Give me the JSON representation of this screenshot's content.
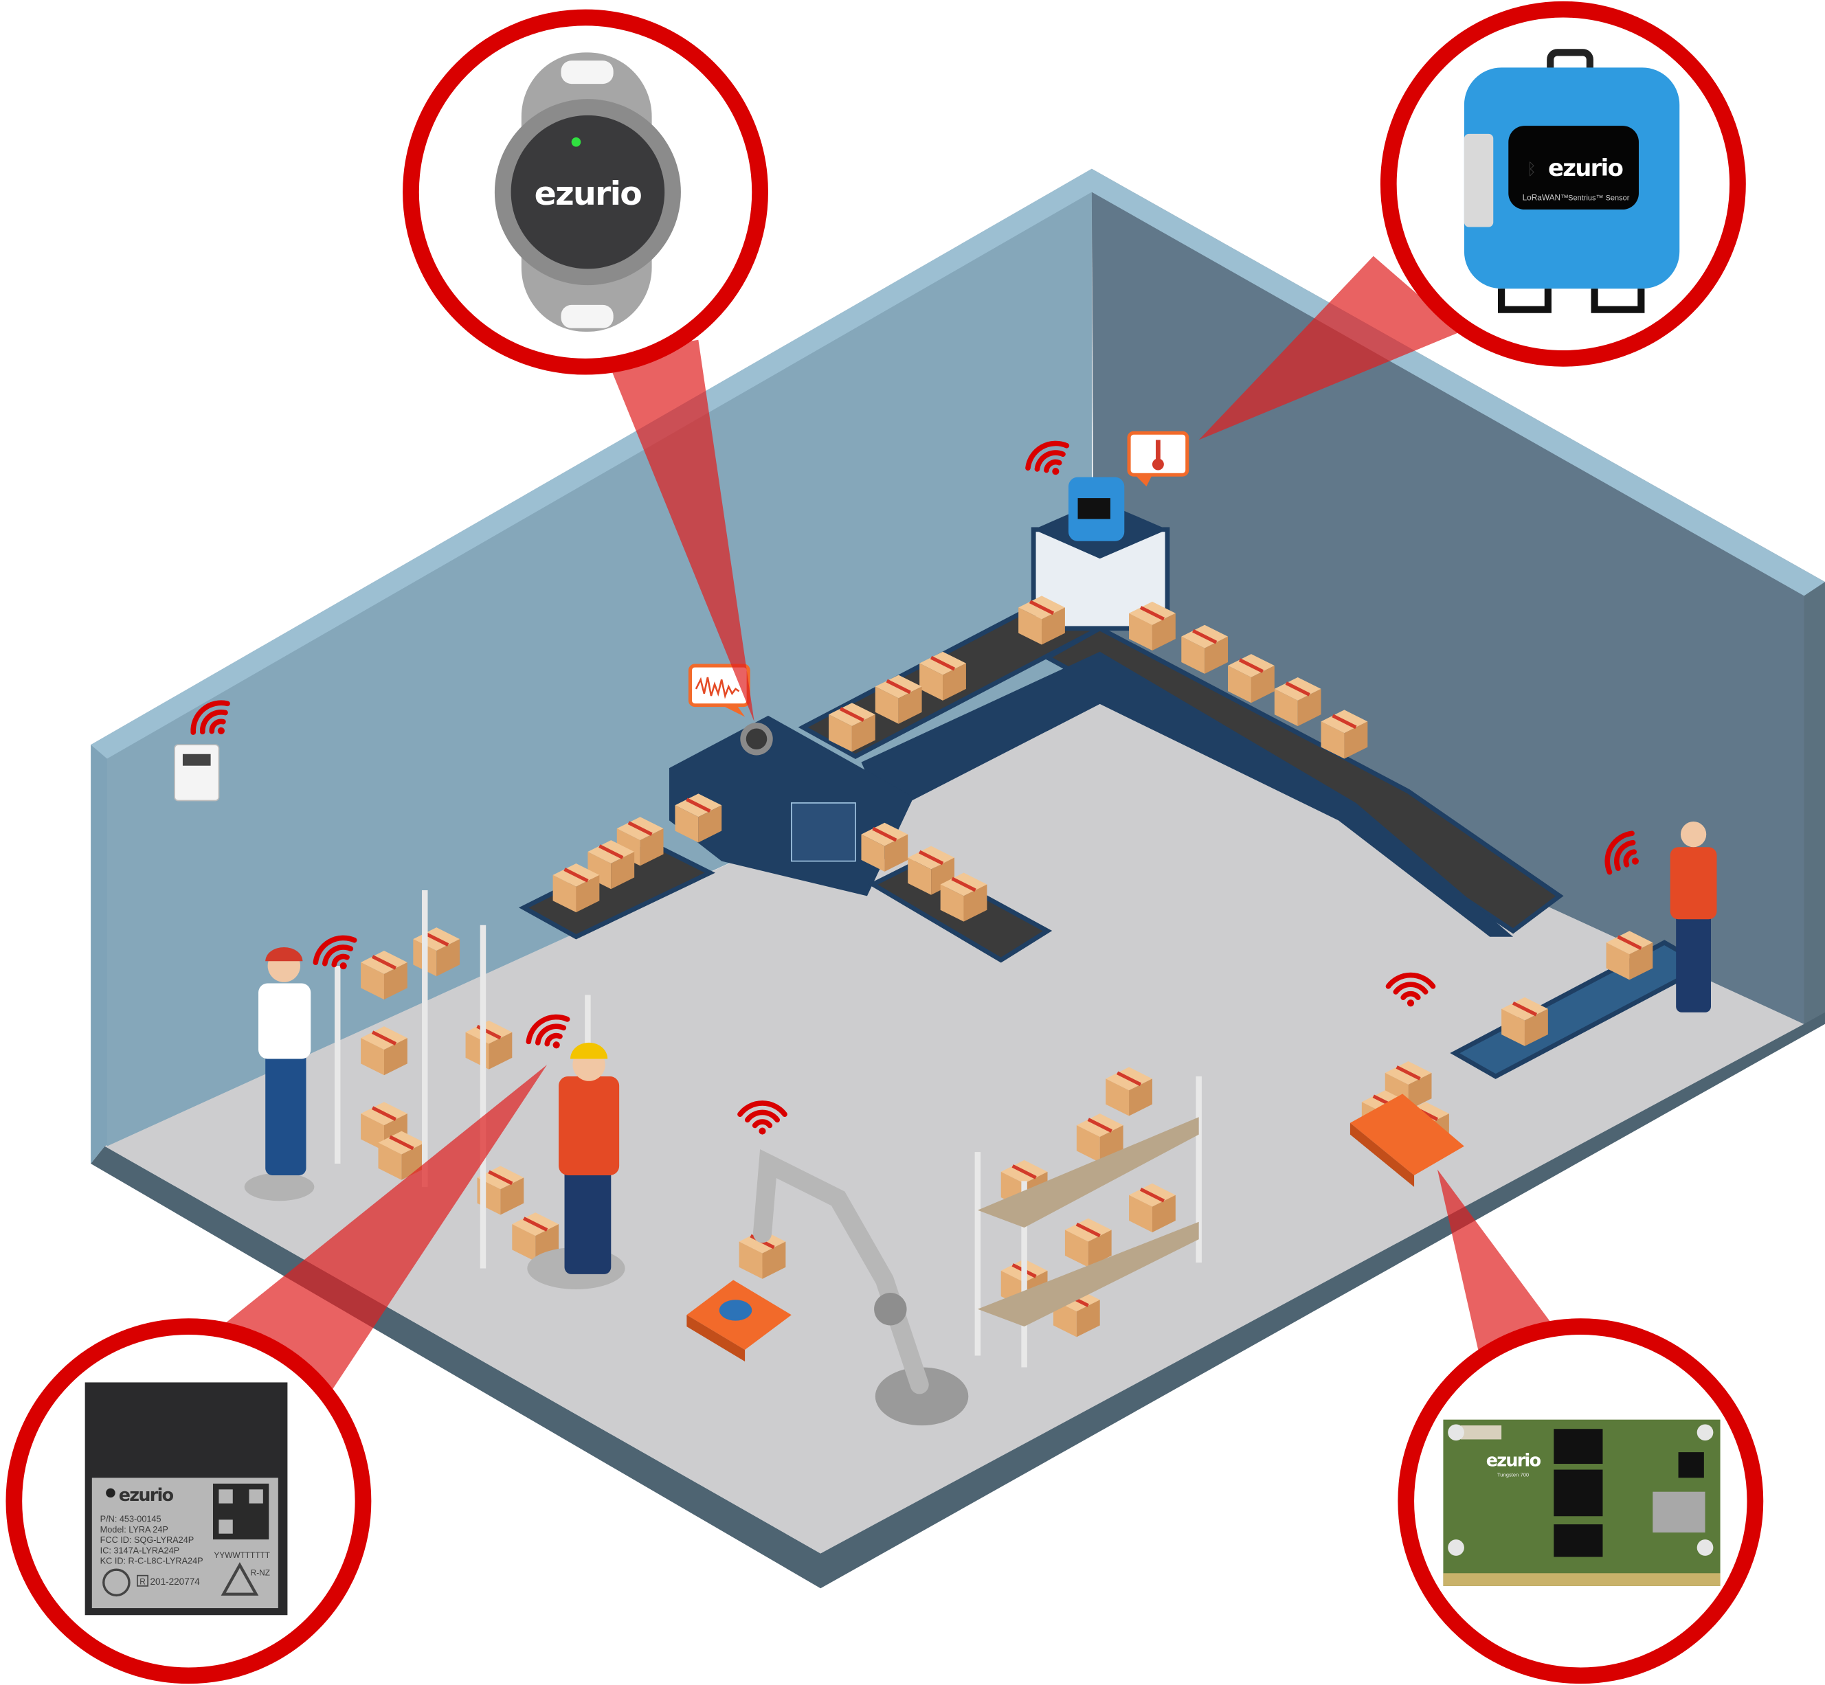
{
  "brand": "ezurio",
  "colors": {
    "callout_ring": "#d90000",
    "beam": "#e02020",
    "left_wall": "#7fa3b8",
    "right_wall": "#5b717f",
    "wall_rim": "#94b8cc",
    "floor": "#cfcfcf",
    "floor_edge": "#4e6472",
    "conveyor": "#1f3f63",
    "box": "#e8b57e",
    "tape": "#d23a2a"
  },
  "callouts": {
    "tracker": {
      "brand": "ezurio",
      "icon": "wearable-tracker-icon"
    },
    "sensor": {
      "brand": "ezurio",
      "network": "LoRaWAN™",
      "product": "Sentrius™ Sensor",
      "icon": "bluetooth-icon"
    },
    "module": {
      "brand": "ezurio",
      "lines": [
        "P/N: 453-00145",
        "Model: LYRA 24P",
        "FCC ID: SQG-LYRA24P",
        "IC: 3147A-LYRA24P",
        "KC ID: R-C-L8C-LYRA24P"
      ],
      "date_code": "YYWWTTTTTT",
      "cert_mark": "R",
      "cert_number": "201-220774",
      "rcm": "R-NZ"
    },
    "board": {
      "brand": "ezurio",
      "model": "Tungsten 700"
    }
  },
  "icons": [
    "wifi-signal-icon",
    "thermometer-icon",
    "waveform-chart-icon"
  ]
}
